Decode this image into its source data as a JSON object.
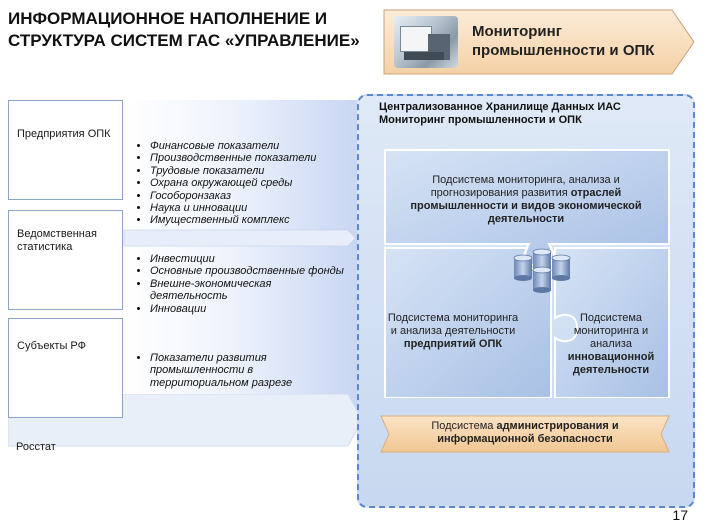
{
  "title": "ИНФОРМАЦИОННОЕ НАПОЛНЕНИЕ И СТРУКТУРА СИСТЕМ ГАС «УПРАВЛЕНИЕ»",
  "header_banner": {
    "label": "Мониторинг промышленности и ОПК",
    "color": "#fbe6cd"
  },
  "sources": [
    {
      "label": "Предприятия ОПК"
    },
    {
      "label": "Ведомственная статистика"
    },
    {
      "label": "Субъекты РФ"
    },
    {
      "label": "Росстат"
    }
  ],
  "indicator_groups": [
    {
      "items": [
        "Финансовые показатели",
        "Производственные показатели",
        "Трудовые показатели",
        "Охрана окружающей среды",
        "Гособоронзаказ",
        "Наука и инновации",
        "Имущественный комплекс"
      ]
    },
    {
      "items": [
        "Инвестиции",
        "Основные производственные фонды",
        "Внешне-экономическая деятельность",
        "Инновации"
      ]
    },
    {
      "items": [
        "Показатели развития промышленности в территориальном разрезе"
      ]
    }
  ],
  "right_panel": {
    "title": "Централизованное Хранилище Данных ИАС Мониторинг промышленности и ОПК",
    "top_piece": {
      "pre": "Подсистема мониторинга, анализа и прогнозирования развития ",
      "bold": "отраслей промышленности и видов экономической деятельности"
    },
    "left_piece": {
      "pre": "Подсистема мониторинга и анализа деятельности ",
      "bold": "предприятий ОПК"
    },
    "right_piece": {
      "pre": "Подсистема мониторинга и анализа ",
      "bold": "инновационной деятельности"
    },
    "admin": {
      "pre": "Подсистема ",
      "bold": "администрирования и информационной безопасности"
    }
  },
  "colors": {
    "frame": "#5c87c9",
    "puzzle": "#bfd3ee",
    "arrow": "#dde7f5",
    "admin": "#f8d9b5"
  },
  "page_number": "17"
}
